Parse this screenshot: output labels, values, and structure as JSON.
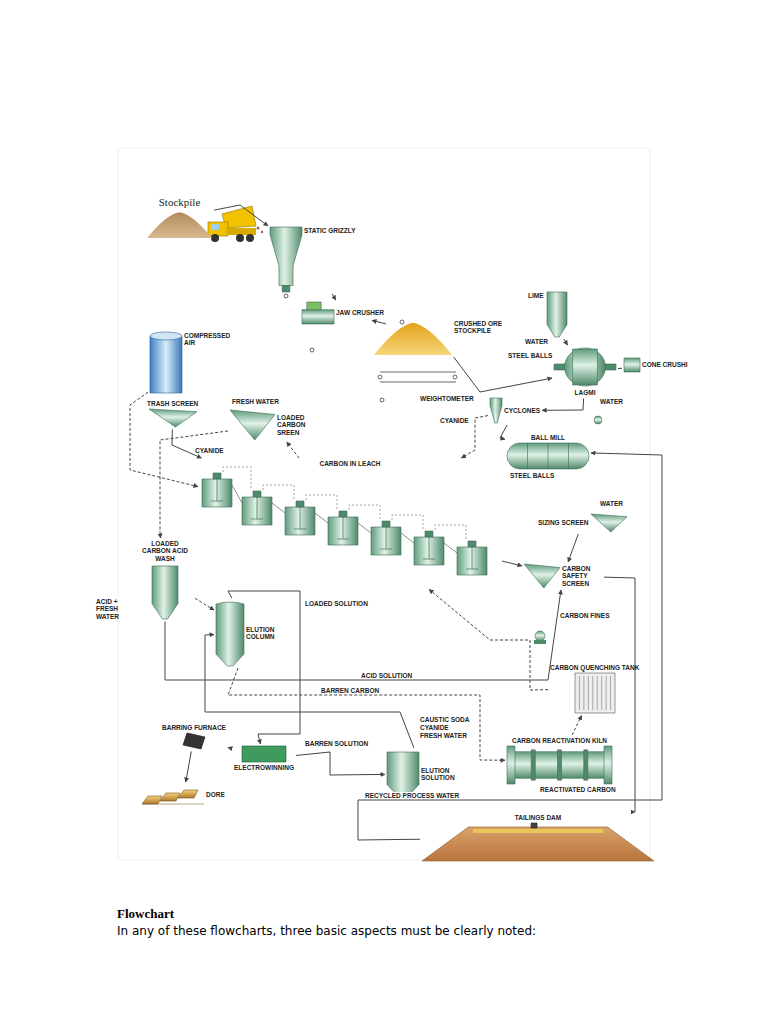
{
  "diagram": {
    "title": "Flowchart",
    "caption": "In any of these flowcharts, three basic aspects must be clearly noted:",
    "nodes": [
      {
        "text": [
          "Stockpile"
        ]
      },
      {
        "text": [
          "STATIC GRIZZLY"
        ]
      },
      {
        "text": [
          "JAW CRUSHER"
        ]
      },
      {
        "text": [
          "CRUSHED ORE STOCKPILE"
        ]
      },
      {
        "text": [
          "COMPRESSED AIR"
        ]
      },
      {
        "text": [
          "LIME"
        ]
      },
      {
        "text": [
          "LAGMI"
        ]
      },
      {
        "text": [
          "CONE CRUSHI"
        ]
      },
      {
        "text": [
          "TRASH SCREEN"
        ]
      },
      {
        "text": [
          "LOADED CARBON SREEN"
        ]
      },
      {
        "text": [
          "CYCLONES"
        ]
      },
      {
        "text": [
          "BALL MILL"
        ]
      },
      {
        "text": [
          "CARBON IN LEACH"
        ]
      },
      {
        "text": [
          "LOADED CARBON ACID WASH"
        ]
      },
      {
        "text": [
          "ELUTION COLUMN"
        ]
      },
      {
        "text": [
          "SIZING SCREEN"
        ]
      },
      {
        "text": [
          "CARBON SAFETY SCREEN"
        ]
      },
      {
        "text": [
          "CARBON QUENCHING TANK"
        ]
      },
      {
        "text": [
          "CARBON REACTIVATION KILN"
        ]
      },
      {
        "text": [
          "ELUTION SOLUTION"
        ]
      },
      {
        "text": [
          "ELECTROWINNING"
        ]
      },
      {
        "text": [
          "BARRING FURNACE"
        ]
      },
      {
        "text": [
          "DORE"
        ]
      },
      {
        "text": [
          "TAILINGS DAM"
        ]
      }
    ],
    "edges": [
      {
        "from": 0,
        "to": 1,
        "arrow": "to"
      },
      {
        "from": 1,
        "to": 2,
        "arrow": "to"
      },
      {
        "from": 2,
        "to": 3,
        "arrow": "to"
      },
      {
        "from": 3,
        "to": 6,
        "arrow": "to"
      },
      {
        "from": 5,
        "to": 6,
        "arrow": "to"
      },
      {
        "from": 6,
        "to": 7,
        "arrow": "none"
      },
      {
        "from": 6,
        "to": 10,
        "arrow": "to"
      },
      {
        "from": 10,
        "to": 11,
        "arrow": "to"
      },
      {
        "from": 10,
        "to": 12,
        "arrow": "to"
      },
      {
        "from": 4,
        "to": 12,
        "arrow": "to"
      },
      {
        "from": 8,
        "to": 12,
        "arrow": "to"
      },
      {
        "from": 12,
        "to": 9,
        "arrow": "to"
      },
      {
        "from": 9,
        "to": 13,
        "arrow": "to"
      },
      {
        "from": 13,
        "to": 14,
        "arrow": "to"
      },
      {
        "from": 19,
        "to": 14,
        "arrow": "to"
      },
      {
        "from": 14,
        "to": 20,
        "label": "LOADED SOLUTION",
        "arrow": "to"
      },
      {
        "from": 20,
        "to": 19,
        "label": "BARREN SOLUTION",
        "arrow": "to"
      },
      {
        "from": 20,
        "to": 21,
        "arrow": "to"
      },
      {
        "from": 21,
        "to": 22,
        "arrow": "to"
      },
      {
        "from": 14,
        "to": 18,
        "label": "BARREN CARBON",
        "arrow": "to"
      },
      {
        "from": 18,
        "to": 17,
        "arrow": "to"
      },
      {
        "from": 17,
        "to": 12,
        "arrow": "to"
      },
      {
        "from": 13,
        "to": 16,
        "label": "ACID SOLUTION",
        "arrow": "to"
      },
      {
        "from": 16,
        "to": 23,
        "arrow": "to"
      },
      {
        "from": 23,
        "to": 11,
        "label": "RECYCLED PROCESS WATER",
        "arrow": "to"
      },
      {
        "from": 12,
        "to": 16,
        "arrow": "to"
      },
      {
        "from": 15,
        "to": 16,
        "arrow": "to"
      }
    ],
    "labels": [
      "WEIGHTOMETER",
      "WATER",
      "STEEL BALLS",
      "WATER",
      "CYANIDE",
      "STEEL BALLS",
      "CYANIDE",
      "FRESH WATER",
      "ACID + FRESH WATER",
      "WATER",
      "CARBON FINES",
      "CAUSTIC SODA",
      "CYANIDE",
      "FRESH WATER",
      "REACTIVATED CARBON"
    ]
  }
}
